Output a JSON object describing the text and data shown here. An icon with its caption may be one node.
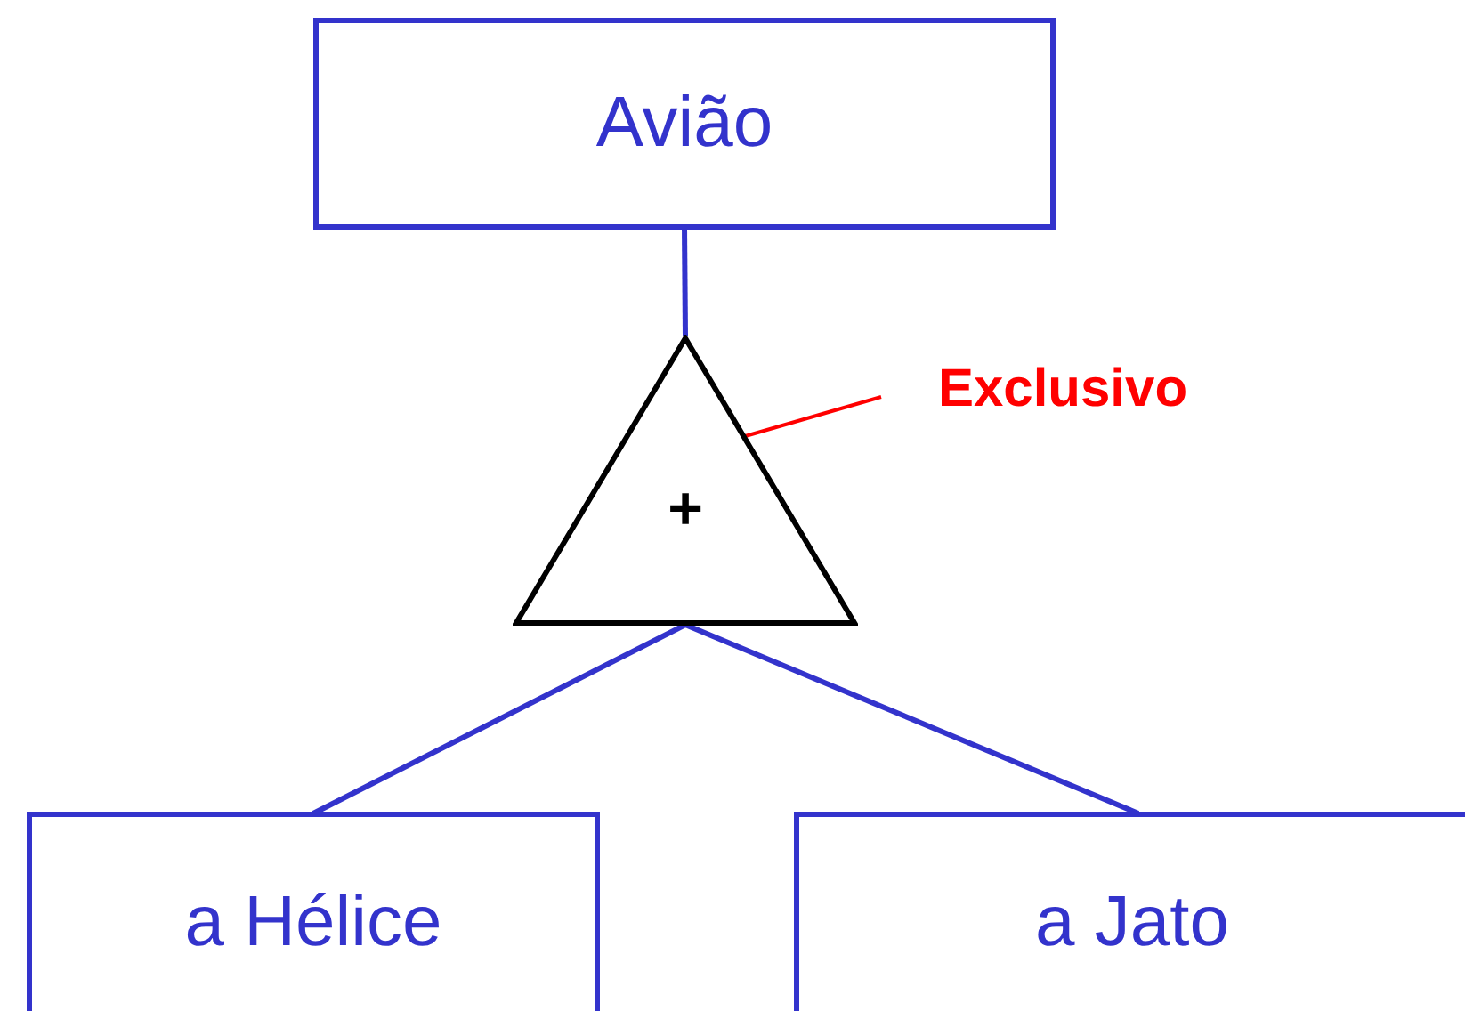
{
  "diagram": {
    "nodes": [
      {
        "text": [
          "Avião"
        ]
      },
      {
        "text": [
          "+"
        ]
      },
      {
        "text": [
          "Exclusivo"
        ]
      },
      {
        "text": [
          "a Hélice"
        ]
      },
      {
        "text": [
          "a Jato"
        ]
      }
    ],
    "edges": [
      {
        "from": 0,
        "to": 1,
        "arrow": "none"
      },
      {
        "from": 1,
        "to": 3,
        "arrow": "none"
      },
      {
        "from": 1,
        "to": 4,
        "arrow": "none"
      },
      {
        "from": 2,
        "to": 1,
        "arrow": "none",
        "color": "#ff0000"
      }
    ]
  }
}
